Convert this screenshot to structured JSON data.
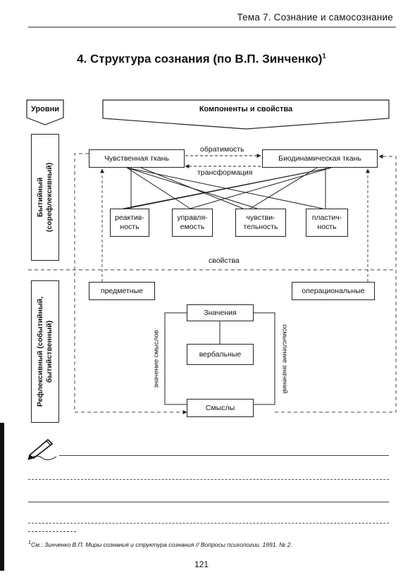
{
  "running_head": "Тема 7. Сознание и самосознание",
  "title": "4. Структура сознания (по В.П. Зинченко)",
  "title_note": "1",
  "diagram": {
    "levels_header": "Уровни",
    "components_header": "Компоненты и свойства",
    "level_1": [
      "Бытийный",
      "(сорефлексивный)"
    ],
    "level_2": [
      "Рефлексивный (событийный,",
      "бытийственный)"
    ],
    "sensory_tissue": "Чувственная ткань",
    "biodynamic_tissue": "Биодинамическая ткань",
    "reversibility": "обратимость",
    "transformation": "трансформация",
    "properties": [
      [
        "реактив-",
        "ность"
      ],
      [
        "управля-",
        "емость"
      ],
      [
        "чувстви-",
        "тельность"
      ],
      [
        "пластич-",
        "ность"
      ]
    ],
    "properties_label": "свойства",
    "objective": "предметные",
    "operational": "операциональные",
    "meanings": "Значения",
    "verbal": "вербальные",
    "senses": "Смыслы",
    "meaning_of_sense": "значение смыслов",
    "comprehension_of_meanings": "осмысление значений"
  },
  "footnote": "Зинченко В.П. Миры сознания и структура сознания // Вопросы психологии. 1991. № 2.",
  "footnote_prefix": "См.:",
  "footnote_mark": "1",
  "page_number": "121"
}
